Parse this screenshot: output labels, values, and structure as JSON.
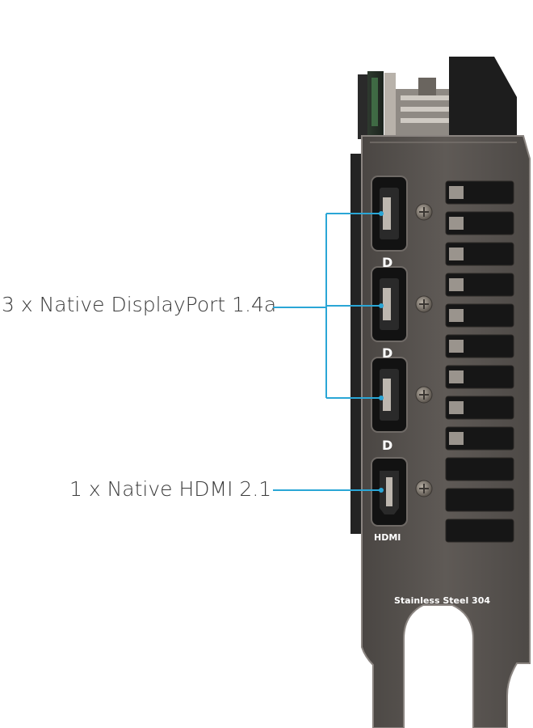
{
  "callouts": {
    "displayport": "3 x Native DisplayPort 1.4a",
    "hdmi": "1 x Native HDMI 2.1"
  },
  "bracket": {
    "port_marks": [
      "D",
      "D",
      "D"
    ],
    "hdmi_mark": "HDMI",
    "material_text": "Stainless Steel 304"
  },
  "colors": {
    "callout_line": "#2aa6d6",
    "bracket_metal": "#57524f",
    "bracket_edge": "#8a8480",
    "port_black": "#141414",
    "background": "#ffffff"
  },
  "icons": [
    "displayport-logo-icon",
    "screw-icon",
    "vent-slot"
  ]
}
